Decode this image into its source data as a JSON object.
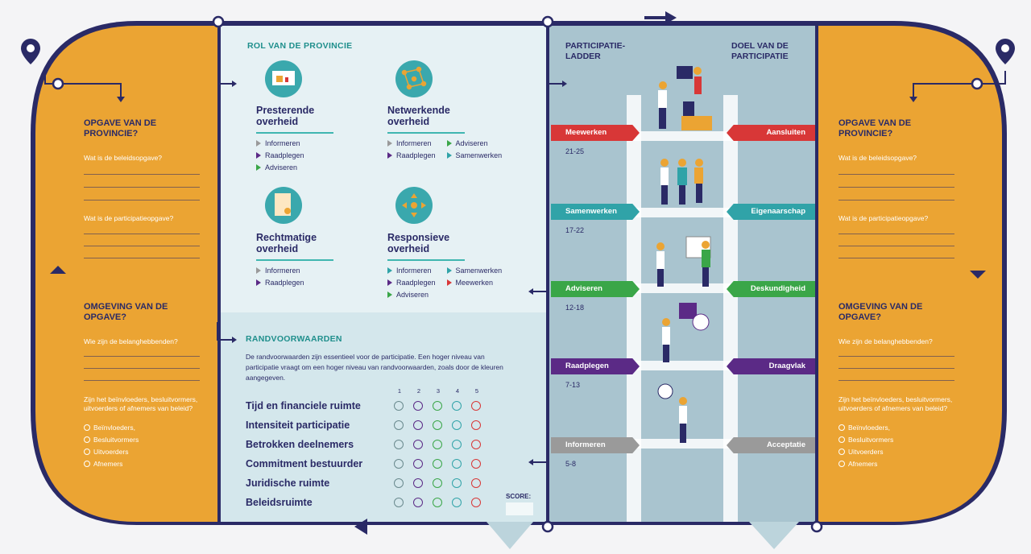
{
  "left_panel": {
    "opgave_heading": "OPGAVE VAN DE PROVINCIE?",
    "beleidsopgave_q": "Wat is de beleidsopgave?",
    "participatieopgave_q": "Wat is de participatieopgave?",
    "omgeving_heading": "OMGEVING VAN DE OPGAVE?",
    "belanghebbenden_q": "Wie zijn de belanghebbenden?",
    "beinvloeders_q": "Zijn het beïnvloeders, besluitvormers, uitvoerders of afnemers van beleid?",
    "options": [
      "Beïnvloeders,",
      "Besluitvormers",
      "Uitvoerders",
      "Afnemers"
    ]
  },
  "right_panel": {
    "opgave_heading": "OPGAVE VAN DE PROVINCIE?",
    "beleidsopgave_q": "Wat is de beleidsopgave?",
    "participatieopgave_q": "Wat is de participatieopgave?",
    "omgeving_heading": "OMGEVING VAN DE OPGAVE?",
    "belanghebbenden_q": "Wie zijn de belanghebbenden?",
    "beinvloeders_q": "Zijn het beïnvloeders, besluitvormers, uitvoerders of afnemers van beleid?",
    "options": [
      "Beïnvloeders,",
      "Besluitvormers",
      "Uitvoerders",
      "Afnemers"
    ]
  },
  "rol": {
    "heading": "ROL VAN DE PROVINCIE",
    "presterende": {
      "title_1": "Presterende",
      "title_2": "overheid",
      "col1": [
        "Informeren",
        "Raadplegen",
        "Adviseren"
      ]
    },
    "netwerkende": {
      "title_1": "Netwerkende",
      "title_2": "overheid",
      "col1": [
        "Informeren",
        "Raadplegen"
      ],
      "col2": [
        "Adviseren",
        "Samenwerken"
      ]
    },
    "rechtmatige": {
      "title_1": "Rechtmatige",
      "title_2": "overheid",
      "col1": [
        "Informeren",
        "Raadplegen"
      ]
    },
    "responsieve": {
      "title_1": "Responsieve",
      "title_2": "overheid",
      "col1": [
        "Informeren",
        "Raadplegen",
        "Adviseren"
      ],
      "col2": [
        "Samenwerken",
        "Meewerken"
      ]
    }
  },
  "randvoorwaarden": {
    "heading": "RANDVOORWAARDEN",
    "description": "De randvoorwaarden zijn essentieel voor de participatie. Een hoger niveau van participatie vraagt om een hoger niveau van randvoorwaarden, zoals door de kleuren aangegeven.",
    "scale": [
      "1",
      "2",
      "3",
      "4",
      "5"
    ],
    "criteria": [
      "Tijd en financiele ruimte",
      "Intensiteit participatie",
      "Betrokken deelnemers",
      "Commitment bestuurder",
      "Juridische ruimte",
      "Beleidsruimte"
    ],
    "scale_colors": [
      "#6a8a8e",
      "#5b2a86",
      "#3aa648",
      "#30a3a8",
      "#d83737"
    ],
    "score_label": "SCORE:"
  },
  "ladder": {
    "left_heading_1": "PARTICIPATIE-",
    "left_heading_2": "LADDER",
    "right_heading_1": "DOEL VAN DE",
    "right_heading_2": "PARTICIPATIE",
    "rungs": [
      {
        "left": "Meewerken",
        "right": "Aansluiten",
        "range": "21-25",
        "color": "#d83737"
      },
      {
        "left": "Samenwerken",
        "right": "Eigenaarschap",
        "range": "17-22",
        "color": "#30a3a8"
      },
      {
        "left": "Adviseren",
        "right": "Deskundigheid",
        "range": "12-18",
        "color": "#3aa648"
      },
      {
        "left": "Raadplegen",
        "right": "Draagvlak",
        "range": "7-13",
        "color": "#5b2a86"
      },
      {
        "left": "Informeren",
        "right": "Acceptatie",
        "range": "5-8",
        "color": "#9a9a9a"
      }
    ]
  },
  "colors": {
    "orange": "#eba433",
    "navy": "#2a2a66",
    "teal": "#1f8f8c",
    "ladder_bg": "#a9c4cf",
    "light_bg": "#e6f1f4"
  }
}
